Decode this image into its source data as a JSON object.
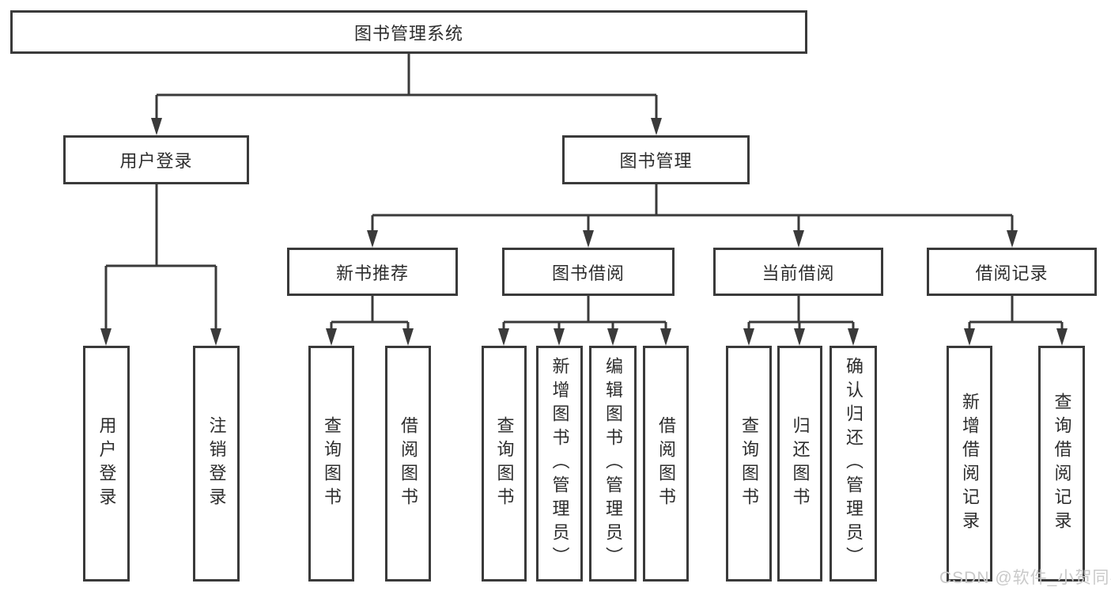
{
  "diagram": {
    "root": {
      "label": "图书管理系统"
    },
    "level2": [
      {
        "label": "用户登录",
        "children": [
          {
            "label": "用户登录"
          },
          {
            "label": "注销登录"
          }
        ]
      },
      {
        "label": "图书管理",
        "children": [
          {
            "label": "新书推荐",
            "children": [
              {
                "label": "查询图书"
              },
              {
                "label": "借阅图书"
              }
            ]
          },
          {
            "label": "图书借阅",
            "children": [
              {
                "label": "查询图书"
              },
              {
                "label": "新增图书（管理员）"
              },
              {
                "label": "编辑图书（管理员）"
              },
              {
                "label": "借阅图书"
              }
            ]
          },
          {
            "label": "当前借阅",
            "children": [
              {
                "label": "查询图书"
              },
              {
                "label": "归还图书"
              },
              {
                "label": "确认归还（管理员）"
              }
            ]
          },
          {
            "label": "借阅记录",
            "children": [
              {
                "label": "新增借阅记录"
              },
              {
                "label": "查询借阅记录"
              }
            ]
          }
        ]
      }
    ]
  },
  "watermark": {
    "text": "CSDN @软件_小贺同学"
  },
  "colors": {
    "line": "#3a3a3a",
    "box_border": "#3a3a3a",
    "text": "#2d2d2d",
    "watermark": "#c9c9c9",
    "background": "#ffffff"
  }
}
